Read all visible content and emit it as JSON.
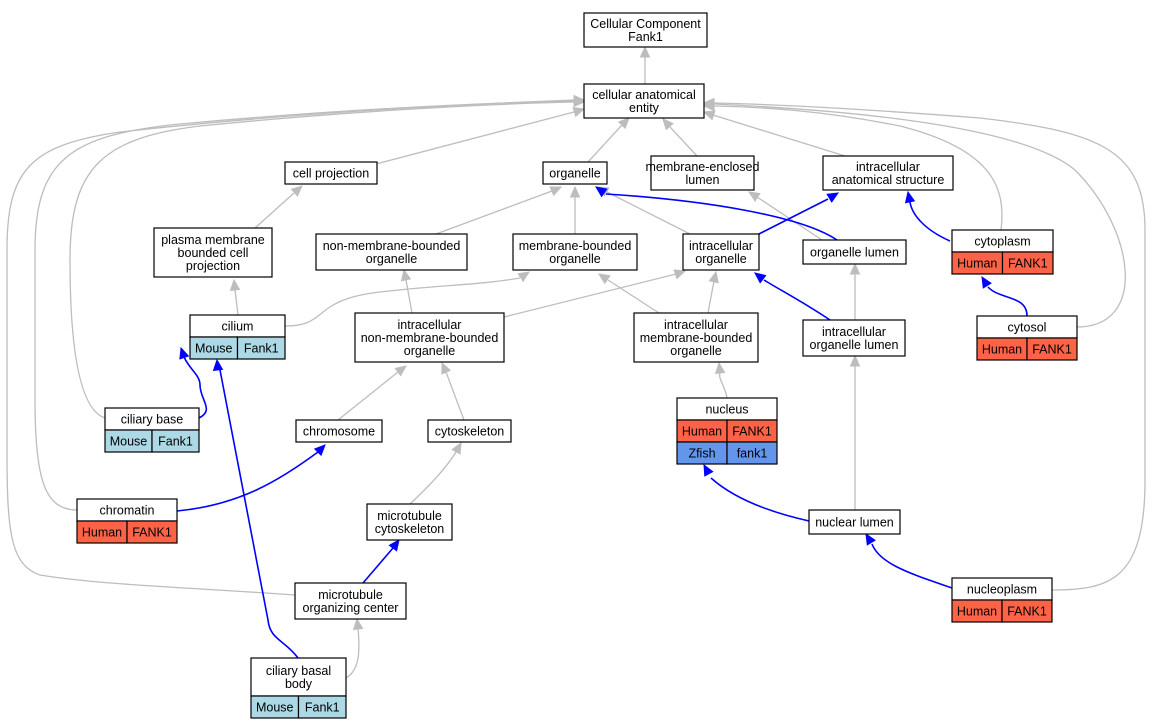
{
  "colors": {
    "human": "#ff6347",
    "mouse": "#add8e6",
    "zfish": "#6495ed",
    "edge_isa": "#bdbdbd",
    "edge_partof": "#0000ff"
  },
  "nodes": {
    "root": {
      "label": "Cellular Component\nFank1"
    },
    "cae": {
      "label": "cellular anatomical\nentity"
    },
    "cellproj": {
      "label": "cell projection"
    },
    "organelle": {
      "label": "organelle"
    },
    "menclumen": {
      "label": "membrane-enclosed\nlumen"
    },
    "ias": {
      "label": "intracellular\nanatomical structure"
    },
    "pmbcp": {
      "label": "plasma membrane\nbounded cell\nprojection"
    },
    "nmbo": {
      "label": "non-membrane-bounded\norganelle"
    },
    "mbo": {
      "label": "membrane-bounded\norganelle"
    },
    "io": {
      "label": "intracellular\norganelle"
    },
    "olumen": {
      "label": "organelle lumen"
    },
    "cytoplasm": {
      "label": "cytoplasm",
      "genes": [
        {
          "species": "Human",
          "gene": "FANK1"
        }
      ]
    },
    "cilium": {
      "label": "cilium",
      "genes": [
        {
          "species": "Mouse",
          "gene": "Fank1"
        }
      ]
    },
    "inmbo": {
      "label": "intracellular\nnon-membrane-bounded\norganelle"
    },
    "imbo": {
      "label": "intracellular\nmembrane-bounded\norganelle"
    },
    "iolumen": {
      "label": "intracellular\norganelle lumen"
    },
    "cytosol": {
      "label": "cytosol",
      "genes": [
        {
          "species": "Human",
          "gene": "FANK1"
        }
      ]
    },
    "cbase": {
      "label": "ciliary base",
      "genes": [
        {
          "species": "Mouse",
          "gene": "Fank1"
        }
      ]
    },
    "chromosome": {
      "label": "chromosome"
    },
    "cytoskeleton": {
      "label": "cytoskeleton"
    },
    "nucleus": {
      "label": "nucleus",
      "genes": [
        {
          "species": "Human",
          "gene": "FANK1"
        },
        {
          "species": "Zfish",
          "gene": "fank1"
        }
      ]
    },
    "chromatin": {
      "label": "chromatin",
      "genes": [
        {
          "species": "Human",
          "gene": "FANK1"
        }
      ]
    },
    "mtcs": {
      "label": "microtubule\ncytoskeleton"
    },
    "nlumen": {
      "label": "nuclear lumen"
    },
    "mtoc": {
      "label": "microtubule\norganizing center"
    },
    "nucleoplasm": {
      "label": "nucleoplasm",
      "genes": [
        {
          "species": "Human",
          "gene": "FANK1"
        }
      ]
    },
    "cbb": {
      "label": "ciliary basal\nbody",
      "genes": [
        {
          "species": "Mouse",
          "gene": "Fank1"
        }
      ]
    }
  },
  "edges": [
    {
      "from": "cae",
      "to": "root",
      "kind": "is_a"
    },
    {
      "from": "cellproj",
      "to": "cae",
      "kind": "is_a"
    },
    {
      "from": "organelle",
      "to": "cae",
      "kind": "is_a"
    },
    {
      "from": "menclumen",
      "to": "cae",
      "kind": "is_a"
    },
    {
      "from": "ias",
      "to": "cae",
      "kind": "is_a"
    },
    {
      "from": "cytoplasm",
      "to": "cae",
      "kind": "is_a"
    },
    {
      "from": "cytosol",
      "to": "cae",
      "kind": "is_a"
    },
    {
      "from": "nucleoplasm",
      "to": "cae",
      "kind": "is_a"
    },
    {
      "from": "cbase",
      "to": "cae",
      "kind": "is_a"
    },
    {
      "from": "chromatin",
      "to": "cae",
      "kind": "is_a"
    },
    {
      "from": "mtoc",
      "to": "cae",
      "kind": "is_a"
    },
    {
      "from": "pmbcp",
      "to": "cellproj",
      "kind": "is_a"
    },
    {
      "from": "nmbo",
      "to": "organelle",
      "kind": "is_a"
    },
    {
      "from": "mbo",
      "to": "organelle",
      "kind": "is_a"
    },
    {
      "from": "io",
      "to": "organelle",
      "kind": "is_a"
    },
    {
      "from": "olumen",
      "to": "menclumen",
      "kind": "is_a"
    },
    {
      "from": "olumen",
      "to": "organelle",
      "kind": "part_of"
    },
    {
      "from": "io",
      "to": "ias",
      "kind": "part_of"
    },
    {
      "from": "cytoplasm",
      "to": "ias",
      "kind": "part_of"
    },
    {
      "from": "cilium",
      "to": "pmbcp",
      "kind": "is_a"
    },
    {
      "from": "cilium",
      "to": "mbo",
      "kind": "is_a"
    },
    {
      "from": "inmbo",
      "to": "nmbo",
      "kind": "is_a"
    },
    {
      "from": "inmbo",
      "to": "io",
      "kind": "is_a"
    },
    {
      "from": "imbo",
      "to": "mbo",
      "kind": "is_a"
    },
    {
      "from": "imbo",
      "to": "io",
      "kind": "is_a"
    },
    {
      "from": "iolumen",
      "to": "olumen",
      "kind": "is_a"
    },
    {
      "from": "iolumen",
      "to": "io",
      "kind": "part_of"
    },
    {
      "from": "cytosol",
      "to": "cytoplasm",
      "kind": "part_of"
    },
    {
      "from": "cbase",
      "to": "cilium",
      "kind": "part_of"
    },
    {
      "from": "chromosome",
      "to": "inmbo",
      "kind": "is_a"
    },
    {
      "from": "cytoskeleton",
      "to": "inmbo",
      "kind": "is_a"
    },
    {
      "from": "nucleus",
      "to": "imbo",
      "kind": "is_a"
    },
    {
      "from": "chromatin",
      "to": "chromosome",
      "kind": "part_of"
    },
    {
      "from": "mtcs",
      "to": "cytoskeleton",
      "kind": "is_a"
    },
    {
      "from": "nlumen",
      "to": "iolumen",
      "kind": "is_a"
    },
    {
      "from": "nlumen",
      "to": "nucleus",
      "kind": "part_of"
    },
    {
      "from": "mtoc",
      "to": "mtcs",
      "kind": "part_of"
    },
    {
      "from": "nucleoplasm",
      "to": "nlumen",
      "kind": "part_of"
    },
    {
      "from": "cbb",
      "to": "mtoc",
      "kind": "is_a"
    },
    {
      "from": "cbb",
      "to": "cilium",
      "kind": "part_of"
    }
  ]
}
